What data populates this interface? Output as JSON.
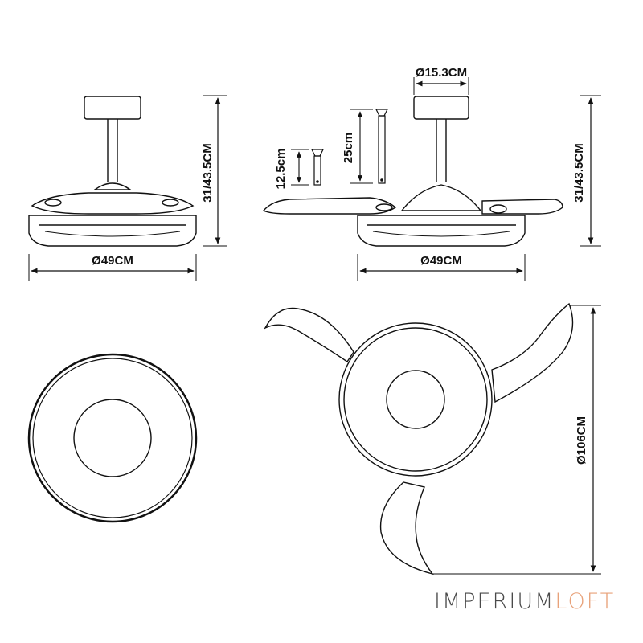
{
  "dimensions": {
    "side_view_diameter": "Ø49CM",
    "side_view_height": "31/43.5CM",
    "open_view_diameter": "Ø49CM",
    "open_view_height": "31/43.5CM",
    "canopy_diameter": "Ø15.3CM",
    "short_rod": "12.5cm",
    "long_rod": "25cm",
    "blade_span": "Ø106CM"
  },
  "logo": {
    "part1": "IMPERIUM",
    "part2": "LOFT",
    "part2_color": "#e8a27a"
  }
}
